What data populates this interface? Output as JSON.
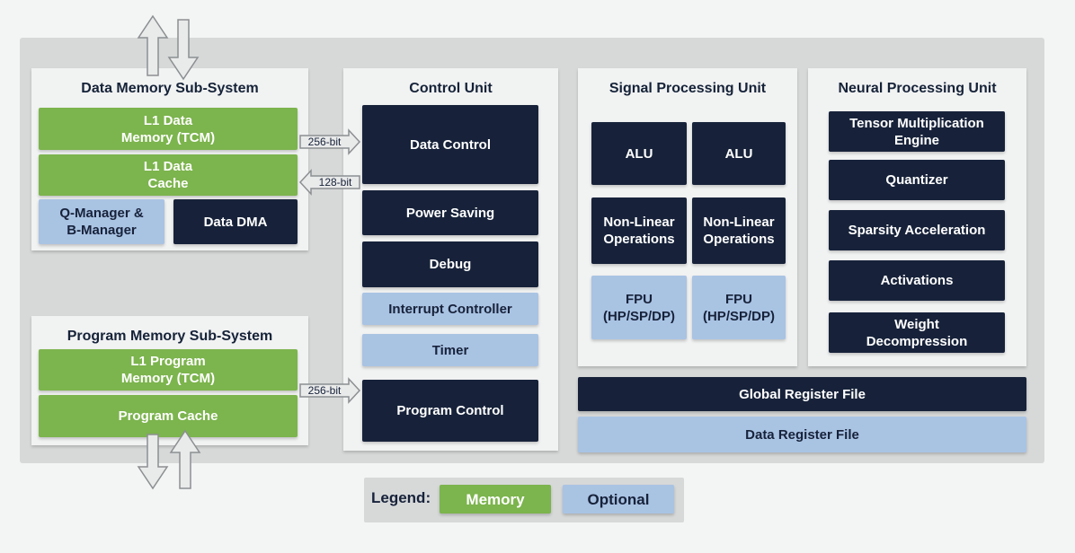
{
  "colors": {
    "navy": "#17223a",
    "memory": "#7cb44d",
    "optional": "#a9c3e3",
    "panel": "#f1f2f2"
  },
  "data_memory": {
    "title": "Data Memory Sub-System",
    "l1_memory": "L1 Data\nMemory (TCM)",
    "l1_cache": "L1 Data\nCache",
    "q_manager": "Q-Manager &\nB-Manager",
    "dma": "Data DMA"
  },
  "program_memory": {
    "title": "Program Memory Sub-System",
    "l1_memory": "L1 Program\nMemory (TCM)",
    "cache": "Program Cache"
  },
  "control_unit": {
    "title": "Control Unit",
    "data_control": "Data Control",
    "power_saving": "Power Saving",
    "debug": "Debug",
    "interrupt": "Interrupt Controller",
    "timer": "Timer",
    "program_control": "Program Control"
  },
  "spu": {
    "title": "Signal Processing Unit",
    "alu_1": "ALU",
    "alu_2": "ALU",
    "nonlinear_1": "Non-Linear\nOperations",
    "nonlinear_2": "Non-Linear\nOperations",
    "fpu_1": "FPU\n(HP/SP/DP)",
    "fpu_2": "FPU\n(HP/SP/DP)"
  },
  "npu": {
    "title": "Neural Processing Unit",
    "tensor": "Tensor Multiplication\nEngine",
    "quantizer": "Quantizer",
    "sparsity": "Sparsity Acceleration",
    "activations": "Activations",
    "weight": "Weight\nDecompression"
  },
  "registers": {
    "global": "Global Register File",
    "data": "Data Register File"
  },
  "buses": {
    "data_in": "256-bit",
    "data_out": "128-bit",
    "program": "256-bit"
  },
  "legend": {
    "label": "Legend:",
    "memory": "Memory",
    "optional": "Optional"
  }
}
